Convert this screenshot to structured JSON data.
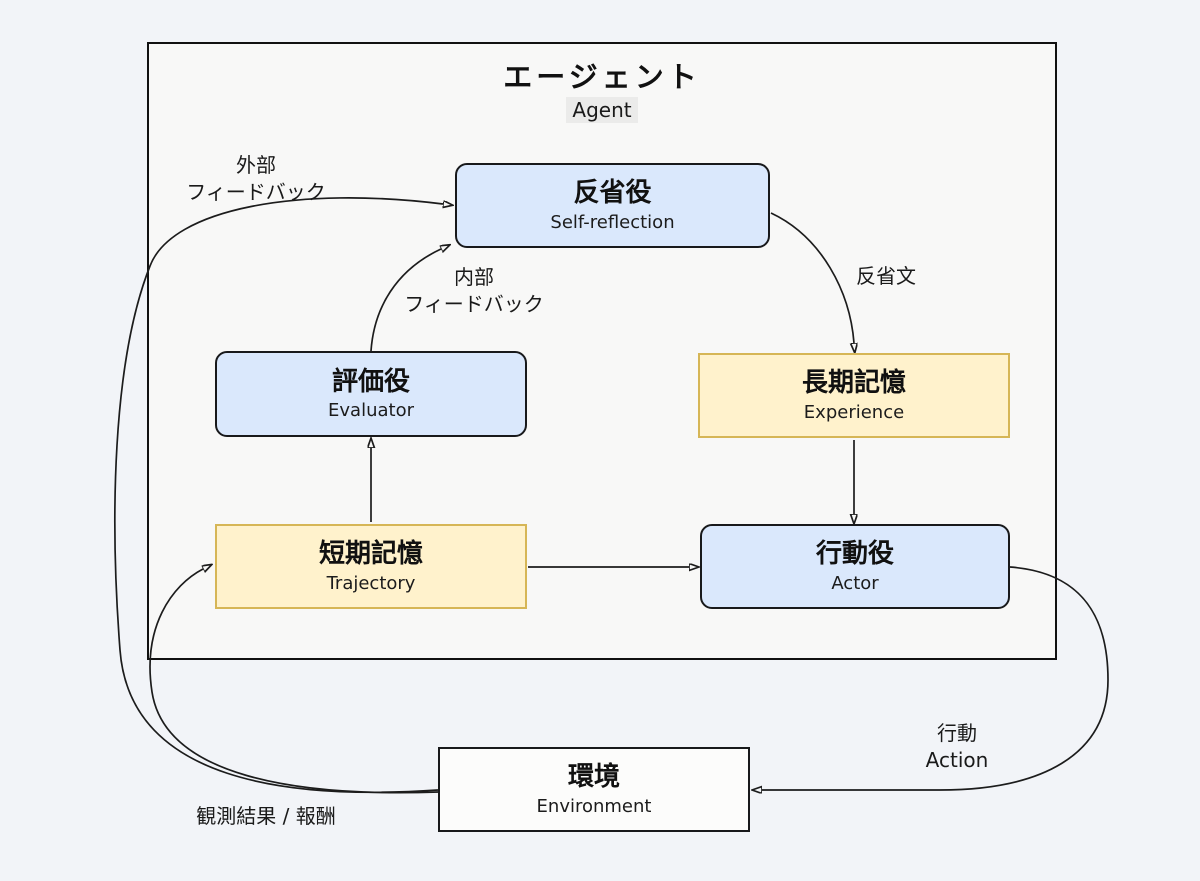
{
  "diagram": {
    "agent": {
      "title_ja": "エージェント",
      "title_en": "Agent"
    },
    "nodes": {
      "self_reflection": {
        "ja": "反省役",
        "en": "Self-reflection"
      },
      "evaluator": {
        "ja": "評価役",
        "en": "Evaluator"
      },
      "experience": {
        "ja": "長期記憶",
        "en": "Experience"
      },
      "trajectory": {
        "ja": "短期記憶",
        "en": "Trajectory"
      },
      "actor": {
        "ja": "行動役",
        "en": "Actor"
      },
      "environment": {
        "ja": "環境",
        "en": "Environment"
      }
    },
    "edge_labels": {
      "external_feedback": {
        "line1": "外部",
        "line2": "フィードバック"
      },
      "internal_feedback": {
        "line1": "内部",
        "line2": "フィードバック"
      },
      "reflection_text": "反省文",
      "action": {
        "line1": "行動",
        "line2": "Action"
      },
      "observation": "観測結果 / 報酬"
    },
    "colors": {
      "page_background": "#f2f4f8",
      "agent_background": "#f8f8f7",
      "node_blue_fill": "#dae8fc",
      "node_yellow_fill": "#fff2cc",
      "node_yellow_border": "#d6b656",
      "node_dark_border": "#18191b",
      "arrow_stroke": "#1c1c1c"
    }
  }
}
